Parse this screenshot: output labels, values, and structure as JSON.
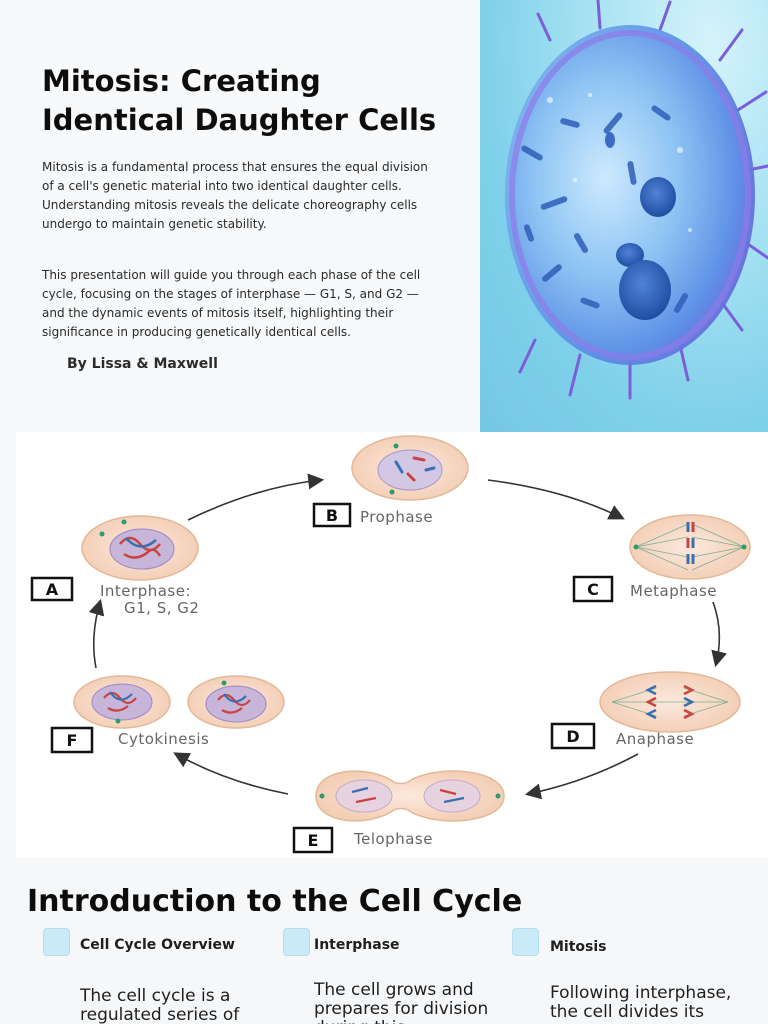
{
  "hero": {
    "title": "Mitosis: Creating Identical Daughter Cells",
    "intro_1": "Mitosis is a fundamental process that ensures the equal division of a cell's genetic material into two identical daughter cells. Understanding mitosis reveals the delicate choreography cells undergo to maintain genetic stability.",
    "intro_2": "This presentation will guide you through each phase of the cell cycle, focusing on the stages of interphase — G1, S, and G2 — and the dynamic events of mitosis itself, highlighting their significance in producing genetically identical cells.",
    "byline": "By Lissa & Maxwell"
  },
  "diagram": {
    "stages": [
      {
        "letter": "A",
        "label": "Interphase:",
        "label_2": "G1, S, G2"
      },
      {
        "letter": "B",
        "label": "Prophase"
      },
      {
        "letter": "C",
        "label": "Metaphase"
      },
      {
        "letter": "D",
        "label": "Anaphase"
      },
      {
        "letter": "E",
        "label": "Telophase"
      },
      {
        "letter": "F",
        "label": "Cytokinesis"
      }
    ]
  },
  "section": {
    "title": "Introduction to the Cell Cycle",
    "cards": [
      {
        "title": "Cell Cycle Overview",
        "body": "The cell cycle is a regulated series of"
      },
      {
        "title": "Interphase",
        "body": "The cell grows and prepares for division during this"
      },
      {
        "title": "Mitosis",
        "body": "Following interphase, the cell divides its"
      }
    ]
  },
  "colors": {
    "accent": "#cbeaf8",
    "cell_fill": "#f7d9c4",
    "chromosome_red": "#c8443f",
    "chromosome_blue": "#3c6fb0"
  }
}
